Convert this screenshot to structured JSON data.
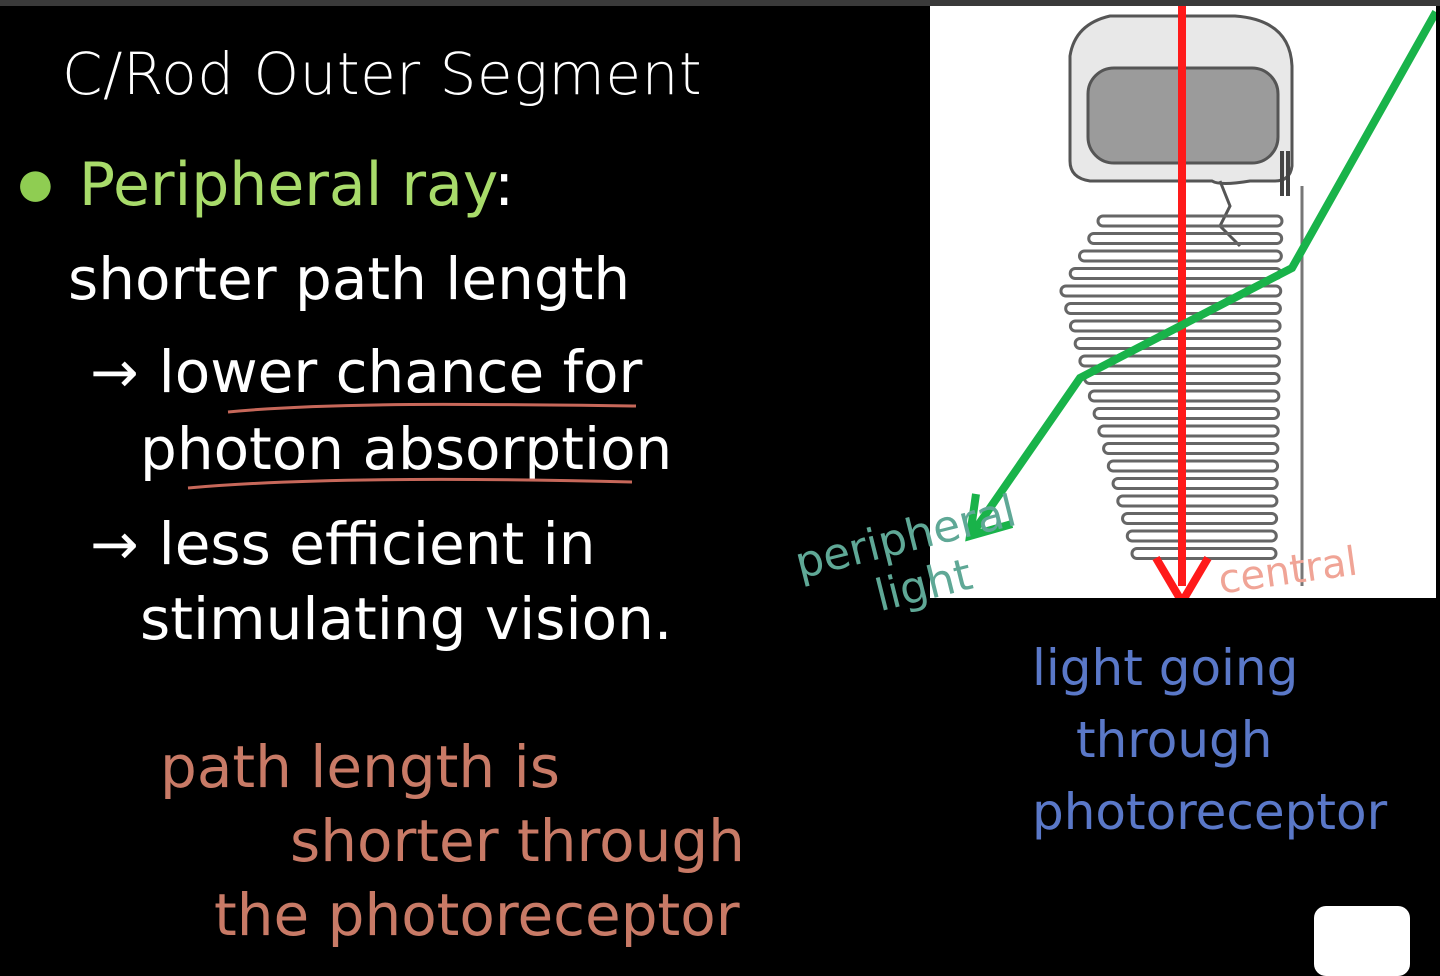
{
  "slide": {
    "title": "C/Rod Outer Segment",
    "bullet": {
      "label": "Peripheral ray",
      "suffix": ":"
    },
    "lines": [
      "shorter path length",
      "lower chance for",
      "photon absorption",
      "less efficient in",
      "stimulating vision."
    ],
    "arrow_symbol": "→"
  },
  "handwriting": {
    "peripheral_note": [
      "peripheral",
      "light"
    ],
    "central_note": "central",
    "light_note": [
      "light going",
      "through",
      "photoreceptor"
    ],
    "path_note": [
      "path length is",
      "shorter through",
      "the photoreceptor"
    ]
  },
  "colors": {
    "background": "#000000",
    "title": "#ffffff",
    "bullet_green": "#a8db6a",
    "red_ray": "#ff1a1a",
    "green_ray": "#19b34a",
    "underline": "#c7685a",
    "ink_teal": "#5fa896",
    "ink_blue": "#5a78c8",
    "ink_salmon": "#c87a66",
    "ink_pink": "#f0a496"
  }
}
